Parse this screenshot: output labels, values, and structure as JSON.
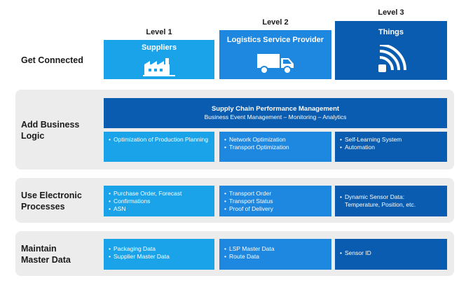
{
  "levels": [
    "Level 1",
    "Level 2",
    "Level 3"
  ],
  "columns": [
    {
      "title": "Suppliers",
      "icon": "factory-icon",
      "color": "#1aa3e8"
    },
    {
      "title": "Logistics Service Provider",
      "icon": "truck-icon",
      "color": "#1e87e0"
    },
    {
      "title": "Things",
      "icon": "sensor-wireless-icon",
      "color": "#0a5cb0"
    }
  ],
  "rows": [
    {
      "label": "Get Connected"
    },
    {
      "label": "Add Business Logic"
    },
    {
      "label": "Use Electronic Processes"
    },
    {
      "label": "Maintain Master Data"
    }
  ],
  "scpm": {
    "title": "Supply Chain Performance Management",
    "subtitle": "Business Event Management – Monitoring – Analytics"
  },
  "business_logic": [
    [
      "Optimization of Production Planning"
    ],
    [
      "Network Optimization",
      "Transport Optimization"
    ],
    [
      "Self-Learning System",
      "Automation"
    ]
  ],
  "electronic_processes": [
    [
      "Purchase Order, Forecast",
      "Confirmations",
      "ASN"
    ],
    [
      "Transport Order",
      "Transport Status",
      "Proof of Delivery"
    ],
    [
      "Dynamic Sensor Data: Temperature, Position, etc."
    ]
  ],
  "master_data": [
    [
      "Packaging Data",
      "Supplier Master Data"
    ],
    [
      "LSP Master Data",
      "Route Data"
    ],
    [
      "Sensor ID"
    ]
  ]
}
